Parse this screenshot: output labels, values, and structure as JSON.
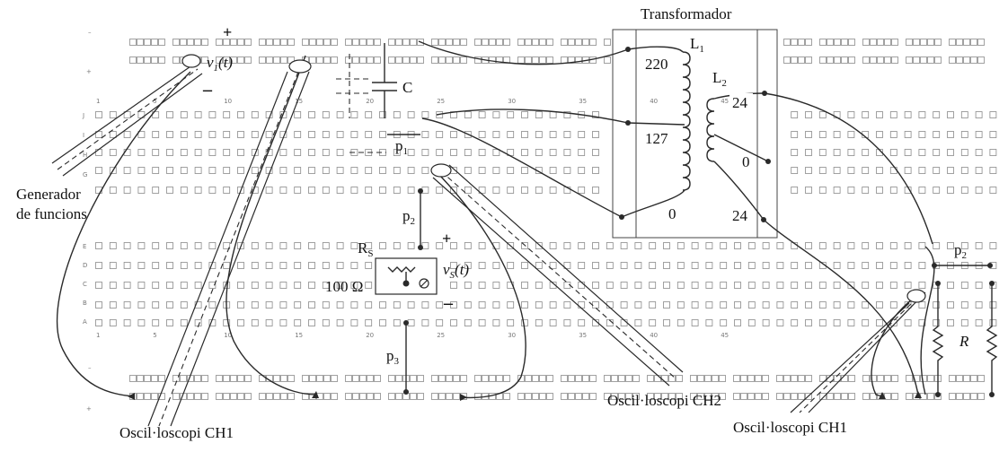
{
  "labels": {
    "transformer_title": "Transformador",
    "L1": "L",
    "L1_sub": "1",
    "L2": "L",
    "L2_sub": "2",
    "tap_220": "220",
    "tap_127": "127",
    "tap_0_primary": "0",
    "tap_24_top": "24",
    "tap_0_secondary": "0",
    "tap_24_bottom": "24",
    "capacitor": "C",
    "p1": "p",
    "p1_sub": "1",
    "p2_left": "p",
    "p2_left_sub": "2",
    "p2_right": "p",
    "p2_right_sub": "2",
    "p3": "p",
    "p3_sub": "3",
    "Rs": "R",
    "Rs_sub": "S",
    "resistance_value": "100 Ω",
    "vs": "v",
    "vs_sub": "S",
    "vs_t": "(t)",
    "v1": "v",
    "v1_sub": "1",
    "v1_t": "(t)",
    "plus_left": "+",
    "minus_left": "–",
    "plus_rs": "+",
    "minus_rs": "–",
    "resistor_R": "R",
    "generator_line1": "Generador",
    "generator_line2": "de funcions",
    "osc_ch1_left": "Oscil·loscopi CH1",
    "osc_ch2": "Oscil·loscopi CH2",
    "osc_ch1_right": "Oscil·loscopi CH1"
  },
  "breadboard": {
    "row_letters_top": [
      "J",
      "I",
      "H",
      "G"
    ],
    "row_letters_bottom": [
      "E",
      "D",
      "C",
      "B",
      "A"
    ],
    "rail_marks": [
      "+",
      "–"
    ],
    "column_numbers": [
      "1",
      "5",
      "10",
      "15",
      "20",
      "25",
      "30",
      "35",
      "40",
      "45"
    ]
  }
}
